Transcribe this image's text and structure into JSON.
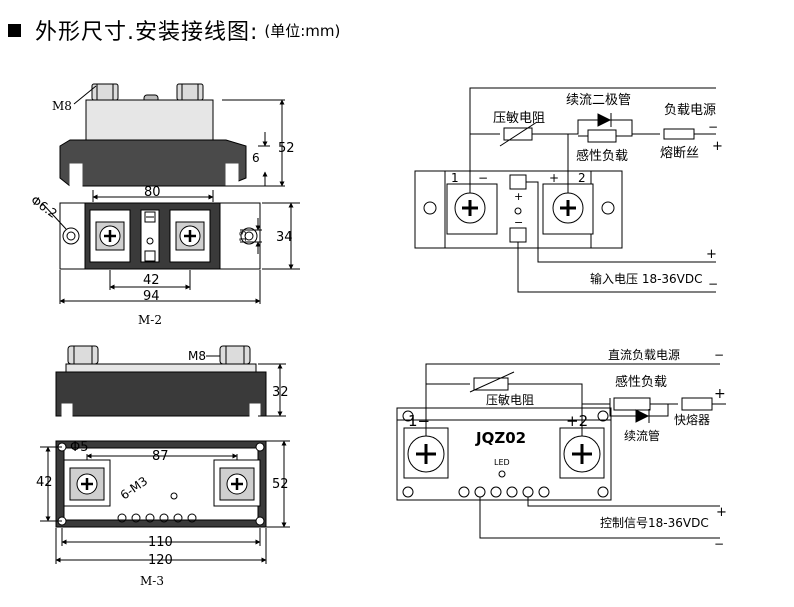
{
  "header": {
    "title": "外形尺寸.安装接线图:",
    "unit": "(单位:mm)"
  },
  "m2": {
    "label": "M-2",
    "thread": "M8",
    "hole": "Φ6.2",
    "dims": {
      "height": "52",
      "base": "6",
      "width80": "80",
      "depth": "34",
      "hole13": "13",
      "width42": "42",
      "length": "94"
    }
  },
  "m3": {
    "label": "M-3",
    "thread": "M8",
    "hole": "Φ5",
    "screws": "6-M3",
    "dims": {
      "height": "32",
      "width87": "87",
      "depth": "52",
      "d42": "42",
      "width110": "110",
      "length": "120"
    }
  },
  "wiring1": {
    "varistor": "压敏电阻",
    "diode": "续流二极管",
    "load_supply": "负载电源",
    "inductive_load": "感性负载",
    "fuse": "熔断丝",
    "plus": "+",
    "minus": "−",
    "t1": "1",
    "t2": "2",
    "input": "输入电压 18-36VDC"
  },
  "wiring2": {
    "dc_supply": "直流负载电源",
    "varistor": "压敏电阻",
    "inductive_load": "感性负载",
    "fuse": "快熔器",
    "diode": "续流管",
    "model": "JQZ02",
    "led": "LED",
    "t1": "1−",
    "t2": "+2",
    "control": "控制信号18-36VDC",
    "plus": "+",
    "minus": "−"
  }
}
